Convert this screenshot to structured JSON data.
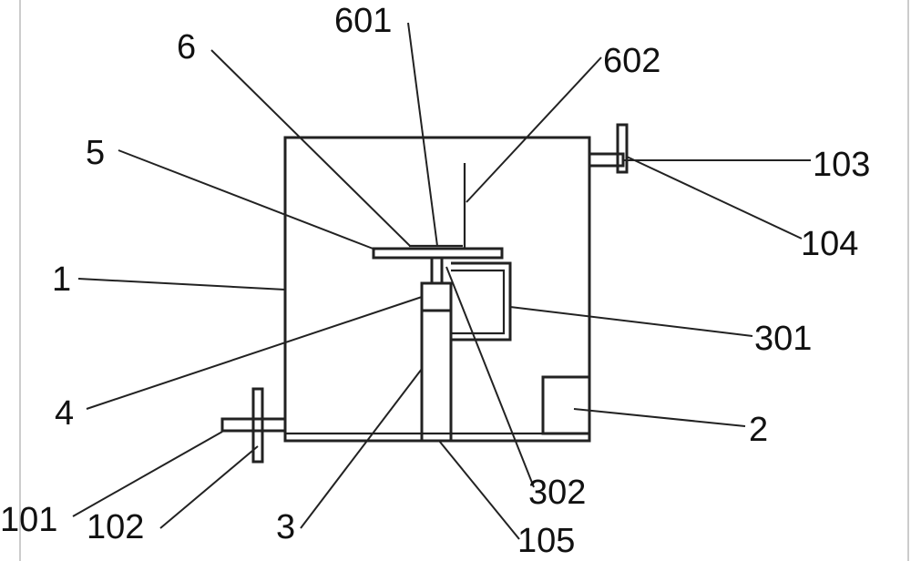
{
  "labels": {
    "l601": "601",
    "l6": "6",
    "l602": "602",
    "l5": "5",
    "l103": "103",
    "l104": "104",
    "l1": "1",
    "l301": "301",
    "l4": "4",
    "l2": "2",
    "l101": "101",
    "l302": "302",
    "l102": "102",
    "l3": "3",
    "l105": "105"
  },
  "colors": {
    "line": "#222222",
    "background": "#ffffff"
  }
}
